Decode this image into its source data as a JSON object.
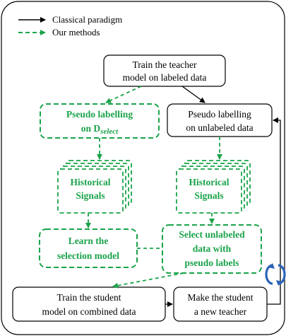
{
  "legend": {
    "classical": "Classical paradigm",
    "ours": "Our methods"
  },
  "nodes": {
    "train_teacher": [
      "Train the teacher",
      "model on labeled data"
    ],
    "pseudo_select_line1": "Pseudo labelling",
    "pseudo_select_on": "on D",
    "pseudo_select_sub": "select",
    "pseudo_unlabeled": [
      "Pseudo labelling",
      "on unlabeled data"
    ],
    "historical_left": [
      "Historical",
      "Signals"
    ],
    "historical_right": [
      "Historical",
      "Signals"
    ],
    "learn_selection": [
      "Learn the",
      "selection model"
    ],
    "select_unlabeled": [
      "Select unlabeled",
      "data with",
      "pseudo labels"
    ],
    "train_student": [
      "Train the student",
      "model on combined data"
    ],
    "make_teacher": [
      "Make the student",
      "a new teacher"
    ]
  },
  "colors": {
    "green": "#1aa34a",
    "black": "#000000",
    "refresh_blue": "#2a63b8"
  }
}
